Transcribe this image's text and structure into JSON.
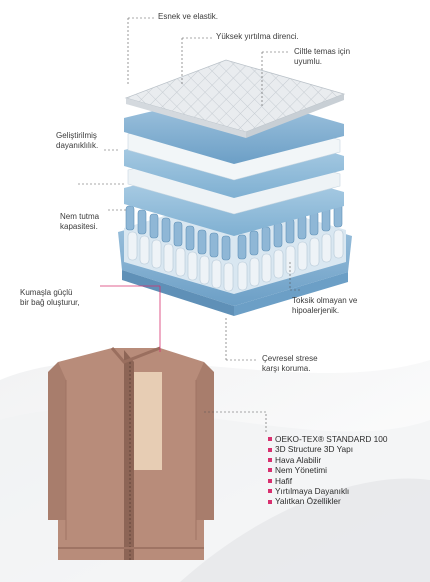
{
  "callouts": {
    "esnek": "Esnek ve elastik.",
    "yirtilma": "Yüksek yırtılma direnci.",
    "ciltle_1": "Ciltle temas için",
    "ciltle_2": "uyumlu.",
    "dayaniklilik_1": "Geliştirilmiş",
    "dayaniklilik_2": "dayanıklılık.",
    "nem_1": "Nem tutma",
    "nem_2": "kapasitesi.",
    "kumas_1": "Kumaşla güçlü",
    "kumas_2": "bir bağ oluşturur,",
    "toksik_1": "Toksik olmayan ve",
    "toksik_2": "hipoalerjenik.",
    "cevre_1": "Çevresel strese",
    "cevre_2": "karşı koruma."
  },
  "features": [
    "OEKO-TEX® STANDARD 100",
    "3D Structure  3D Yapı",
    "Hava Alabilir",
    "Nem Yönetimi",
    "Hafif",
    "Yırtılmaya Dayanıklı",
    "Yalıtkan Özellikler"
  ],
  "colors": {
    "accent": "#d8306f",
    "fabric": "#b58a78",
    "foam_blue": "#9dc2dd",
    "foam_white": "#eef3f6"
  }
}
